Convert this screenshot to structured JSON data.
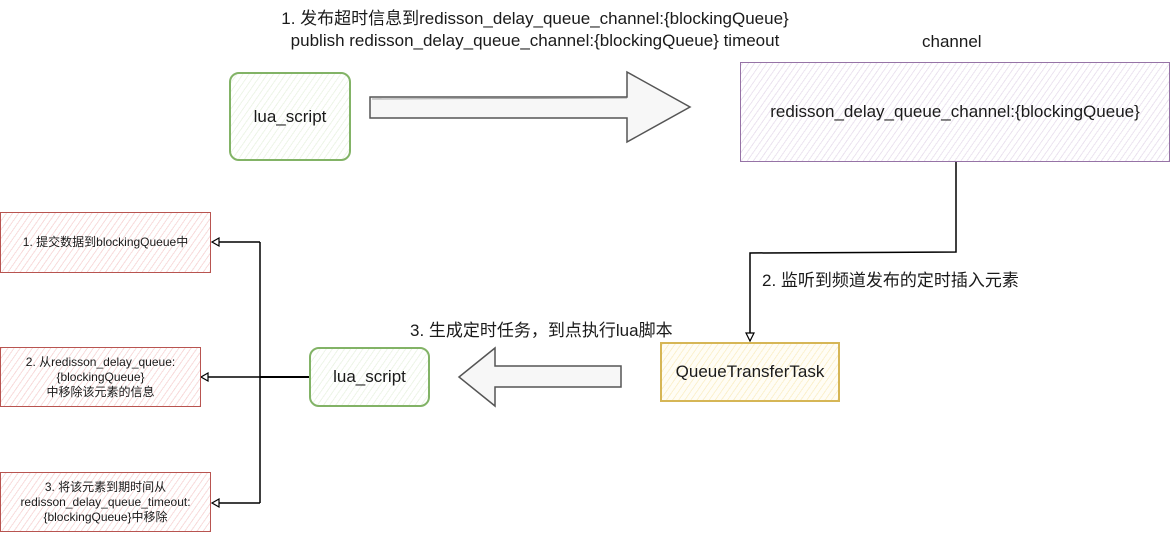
{
  "diagram": {
    "top_label": {
      "line1": "1. 发布超时信息到redisson_delay_queue_channel:{blockingQueue}",
      "line2": "publish redisson_delay_queue_channel:{blockingQueue} timeout"
    },
    "channel_label": "channel",
    "nodes": {
      "lua_script_top": "lua_script",
      "channel_box": "redisson_delay_queue_channel:{blockingQueue}",
      "queue_transfer_task": "QueueTransferTask",
      "lua_script_bottom": "lua_script",
      "step1_box": "1. 提交数据到blockingQueue中",
      "step2_box": [
        "2. 从redisson_delay_queue:",
        "{blockingQueue}",
        "中移除该元素的信息"
      ],
      "step3_box": [
        "3. 将该元素到期时间从",
        "redisson_delay_queue_timeout:",
        "{blockingQueue}中移除"
      ]
    },
    "edge_labels": {
      "listen": "2. 监听到频道发布的定时插入元素",
      "schedule": "3. 生成定时任务，到点执行lua脚本"
    },
    "colors": {
      "green_stroke": "#82b366",
      "purple_stroke": "#9673a6",
      "red_stroke": "#b85450",
      "yellow_stroke": "#d6b656",
      "edge": "#000000"
    }
  }
}
